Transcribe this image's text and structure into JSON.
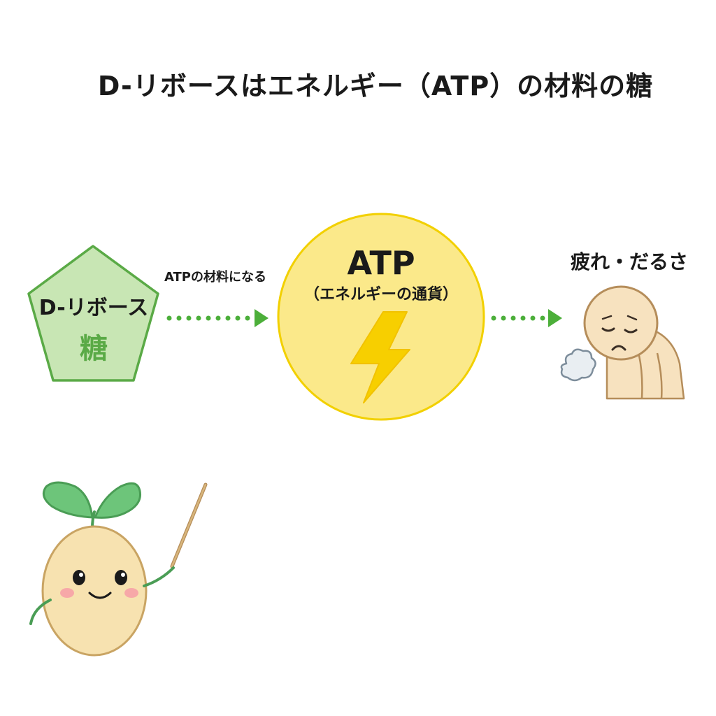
{
  "title": "D-リボースはエネルギー（ATP）の材料の糖",
  "source_node": {
    "label": "D-リボース",
    "sublabel": "糖",
    "shape": "pentagon",
    "fill": "#c8e6b4",
    "stroke": "#5aaa46",
    "sublabel_color": "#5aaa46"
  },
  "edge_1": {
    "label": "ATPの材料になる",
    "style": "dotted-arrow",
    "color": "#4caf3a"
  },
  "center_node": {
    "label": "ATP",
    "sublabel": "（エネルギーの通貨）",
    "shape": "circle",
    "fill": "#fbe98a",
    "stroke": "#f2d000",
    "icon": "lightning-bolt-icon",
    "icon_color": "#f7cf00"
  },
  "edge_2": {
    "label": "",
    "style": "dotted-arrow",
    "color": "#4caf3a"
  },
  "target_node": {
    "label": "疲れ・だるさ",
    "icon": "tired-person-icon"
  },
  "mascot": {
    "icon": "sprout-bean-mascot-with-pointer-icon",
    "leaf_color": "#6dc57a",
    "body_color": "#f7e2b0"
  }
}
